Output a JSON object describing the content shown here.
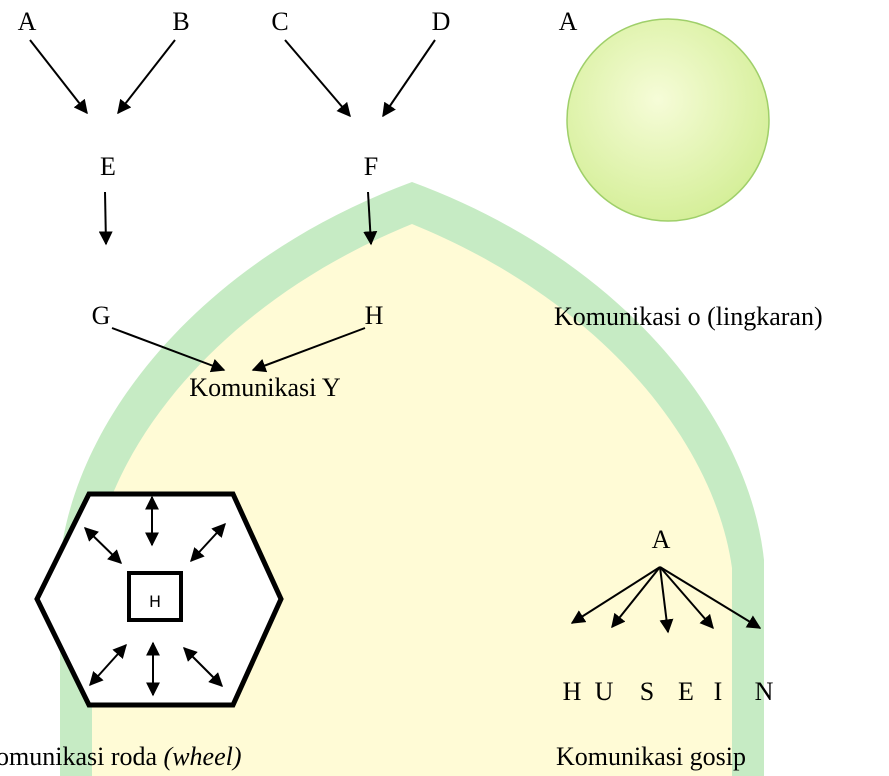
{
  "y_network": {
    "nodes": {
      "A": "A",
      "B": "B",
      "C": "C",
      "D": "D",
      "E": "E",
      "F": "F",
      "G": "G",
      "H": "H"
    },
    "caption": "Komunikasi Y"
  },
  "circle_network": {
    "node": "A",
    "caption": "Komunikasi o (lingkaran)",
    "circle_color": "#d9f0a3"
  },
  "wheel_network": {
    "center_label": "H",
    "caption_main": "omunikasi roda ",
    "caption_italic": "(wheel)"
  },
  "gossip_network": {
    "source": "A",
    "targets": [
      "H",
      "U",
      "S",
      "E",
      "I",
      "N"
    ],
    "caption": "Komunikasi gosip"
  },
  "watermark": {
    "outer_color": "#c6ebc4",
    "inner_color": "#fffbd6"
  }
}
